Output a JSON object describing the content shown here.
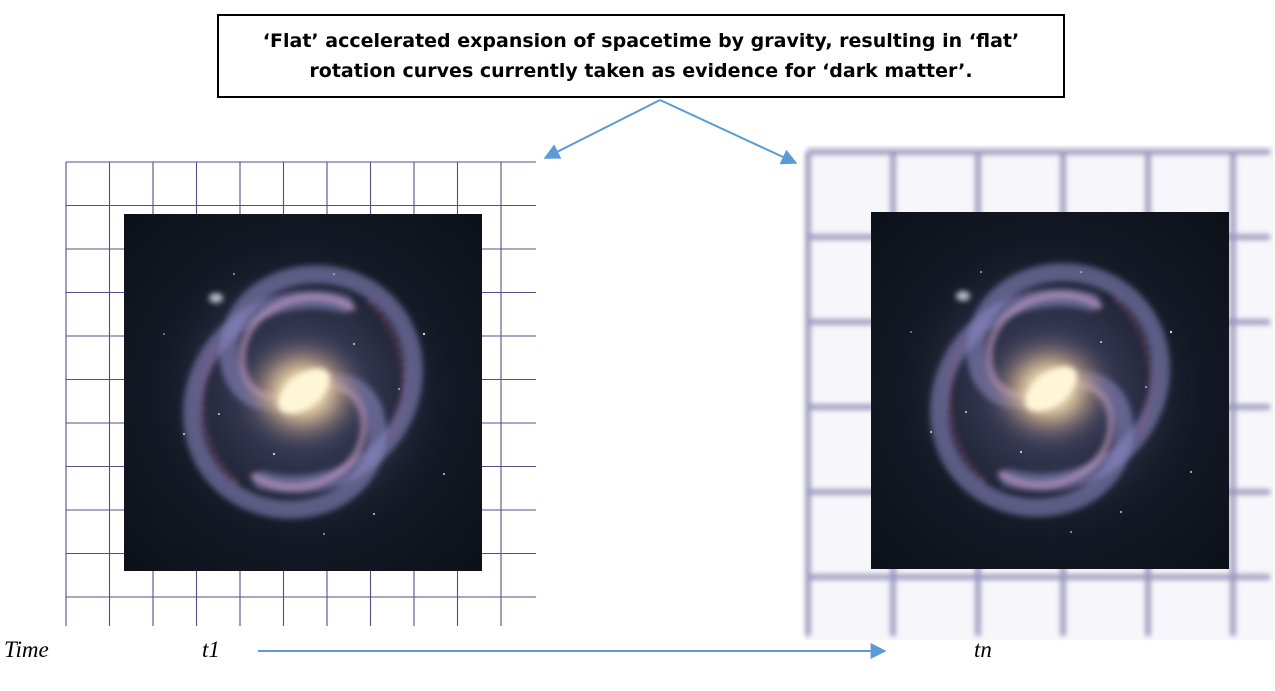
{
  "caption": {
    "text": "‘Flat’ accelerated expansion of spacetime by gravity, resulting in ‘flat’ rotation curves currently taken as evidence for ‘dark matter’."
  },
  "panels": [
    {
      "name": "spacetime-grid-t1",
      "grid": "fine",
      "image": "milky-way-galaxy"
    },
    {
      "name": "spacetime-grid-tn",
      "grid": "expanded-blurred",
      "image": "milky-way-galaxy"
    }
  ],
  "timeline": {
    "axis_label": "Time",
    "start_label": "t1",
    "end_label": "tn"
  },
  "colors": {
    "arrow": "#5b9bd5",
    "grid_line": "#3a3070",
    "galaxy_bg": "#0f141e",
    "galaxy_core": "#fff2c8",
    "galaxy_arm": "#8a86c8"
  }
}
